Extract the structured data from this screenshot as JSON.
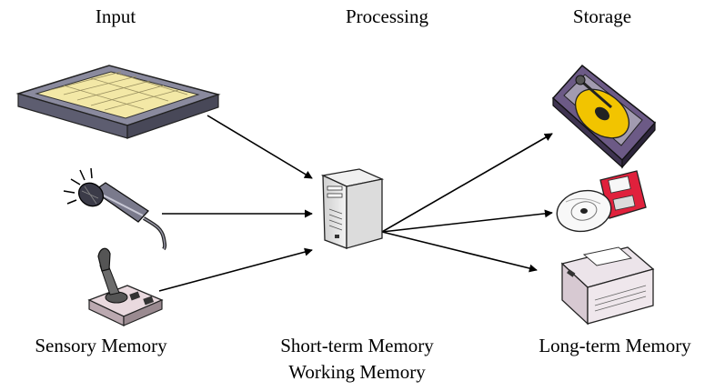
{
  "headers": {
    "input": "Input",
    "processing": "Processing",
    "storage": "Storage"
  },
  "labels": {
    "sensory": "Sensory Memory",
    "short_term": "Short-term Memory",
    "working": "Working Memory",
    "long_term": "Long-term Memory"
  },
  "icons": {
    "input": [
      "keyboard-icon",
      "microphone-icon",
      "joystick-icon"
    ],
    "processing": [
      "computer-tower-icon"
    ],
    "storage": [
      "hard-drive-icon",
      "cd-and-floppy-icon",
      "printer-icon"
    ]
  },
  "colors": {
    "arrow": "#000000",
    "disk_gold": "#f2c400",
    "keyboard_keys": "#f3e8a6",
    "floppy_red": "#e0213c",
    "drive_purple": "#5a4870"
  }
}
